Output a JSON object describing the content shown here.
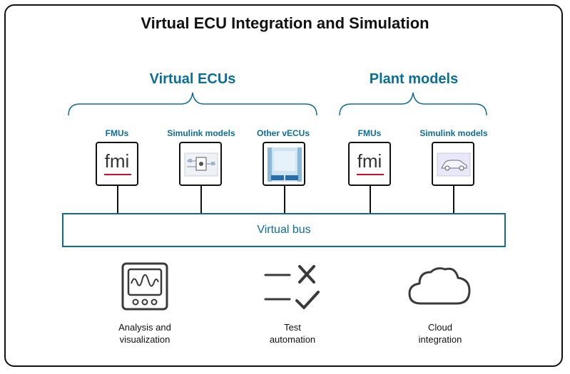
{
  "title": "Virtual ECU Integration and Simulation",
  "groups": [
    {
      "title": "Virtual ECUs"
    },
    {
      "title": "Plant models"
    }
  ],
  "ecus": [
    {
      "label": "FMUs",
      "icon": "fmi-logo"
    },
    {
      "label": "Simulink models",
      "icon": "simulink-model-thumbnail"
    },
    {
      "label": "Other vECUs",
      "icon": "vecu-thumbnail"
    },
    {
      "label": "FMUs",
      "icon": "fmi-logo"
    },
    {
      "label": "Simulink models",
      "icon": "car-model-thumbnail"
    }
  ],
  "fmi_text": "fmi",
  "bus": {
    "label": "Virtual bus"
  },
  "features": [
    {
      "line1": "Analysis and",
      "line2": "visualization",
      "icon": "oscilloscope-icon"
    },
    {
      "line1": "Test",
      "line2": "automation",
      "icon": "checklist-icon"
    },
    {
      "line1": "Cloud",
      "line2": "integration",
      "icon": "cloud-icon"
    }
  ],
  "colors": {
    "accent": "#0b6e99",
    "fmi_red": "#c8102e",
    "ink": "#111111"
  }
}
